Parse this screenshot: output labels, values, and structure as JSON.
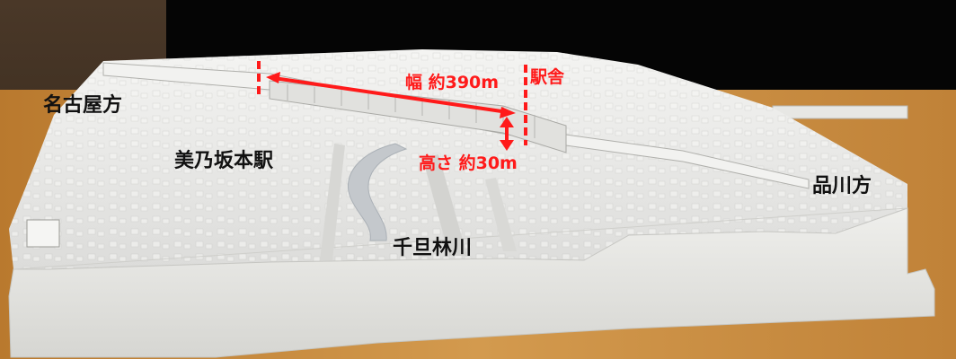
{
  "labels": {
    "nagoya": "名古屋方",
    "shinagawa": "品川方",
    "station": "美乃坂本駅",
    "river": "千旦林川",
    "width": "幅 約390m",
    "height": "高さ 約30m",
    "building": "駅舎"
  },
  "colors": {
    "annotation": "#ff1a1a",
    "text": "#111111",
    "wall": "#3a2b1e",
    "backdrop": "#050505",
    "table": "#c98d3f",
    "model": "#e9eae8"
  }
}
